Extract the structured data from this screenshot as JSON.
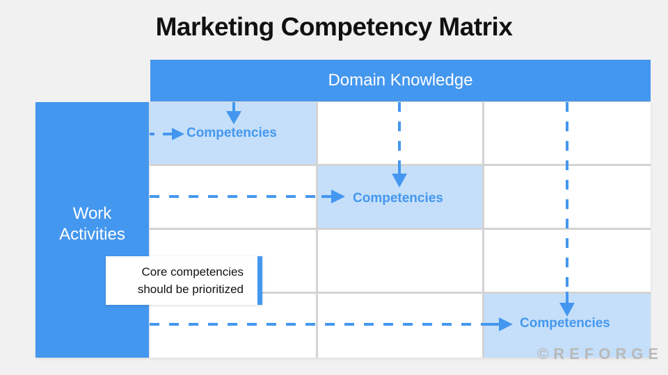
{
  "title": "Marketing Competency Matrix",
  "header": {
    "label": "Domain Knowledge"
  },
  "sidebar": {
    "label_line1": "Work",
    "label_line2": "Activities"
  },
  "matrix": {
    "columns": 3,
    "rows": 4,
    "highlighted_cells": [
      {
        "row": 0,
        "col": 0,
        "label": "Competencies"
      },
      {
        "row": 1,
        "col": 1,
        "label": "Competencies"
      },
      {
        "row": 3,
        "col": 2,
        "label": "Competencies"
      }
    ]
  },
  "callout": {
    "line1": "Core competencies",
    "line2": "should be prioritized"
  },
  "watermark": "©REFORGE",
  "colors": {
    "primary": "#4497ef",
    "highlight": "#c5dffa",
    "background": "#f1f1f1",
    "grid_line": "#d3d3d3"
  }
}
